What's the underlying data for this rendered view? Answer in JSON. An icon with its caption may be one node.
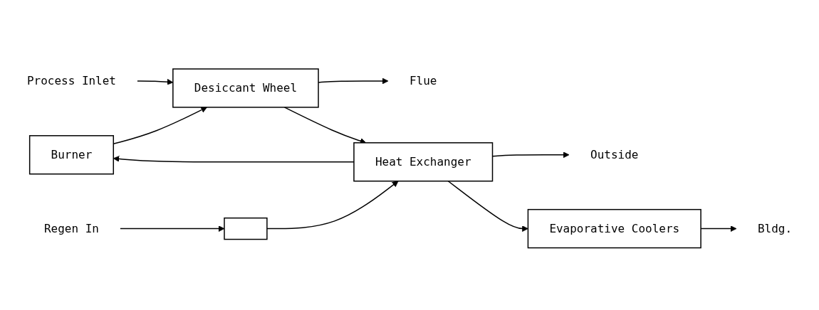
{
  "diagram": {
    "nodes": [
      {
        "text": [
          "Flue"
        ]
      },
      {
        "text": [
          "Burner"
        ]
      },
      {
        "text": [
          "Outside"
        ]
      },
      {
        "text": [
          "Desiccant Wheel"
        ]
      },
      {
        "text": [
          "Heat Exchanger"
        ]
      },
      {
        "text": [],
        "shape": "box"
      },
      {
        "text": [
          "Regen In"
        ]
      },
      {
        "text": [
          "Process Inlet"
        ]
      },
      {
        "text": [
          "Evaporative Coolers"
        ]
      },
      {
        "text": [
          "Bldg."
        ]
      }
    ],
    "edges": [
      {
        "from": 6,
        "to": 5,
        "arrow": "to"
      },
      {
        "from": 5,
        "to": 4,
        "arrow": "to"
      },
      {
        "from": 4,
        "to": 1,
        "arrow": "to"
      },
      {
        "from": 4,
        "to": 2,
        "arrow": "to"
      },
      {
        "from": 1,
        "to": 3,
        "arrow": "to"
      },
      {
        "from": 3,
        "to": 0,
        "arrow": "to"
      },
      {
        "from": 7,
        "to": 3,
        "arrow": "to"
      },
      {
        "from": 3,
        "to": 4,
        "arrow": "to"
      },
      {
        "from": 4,
        "to": 8,
        "arrow": "to"
      },
      {
        "from": 8,
        "to": 9,
        "arrow": "to"
      }
    ]
  }
}
